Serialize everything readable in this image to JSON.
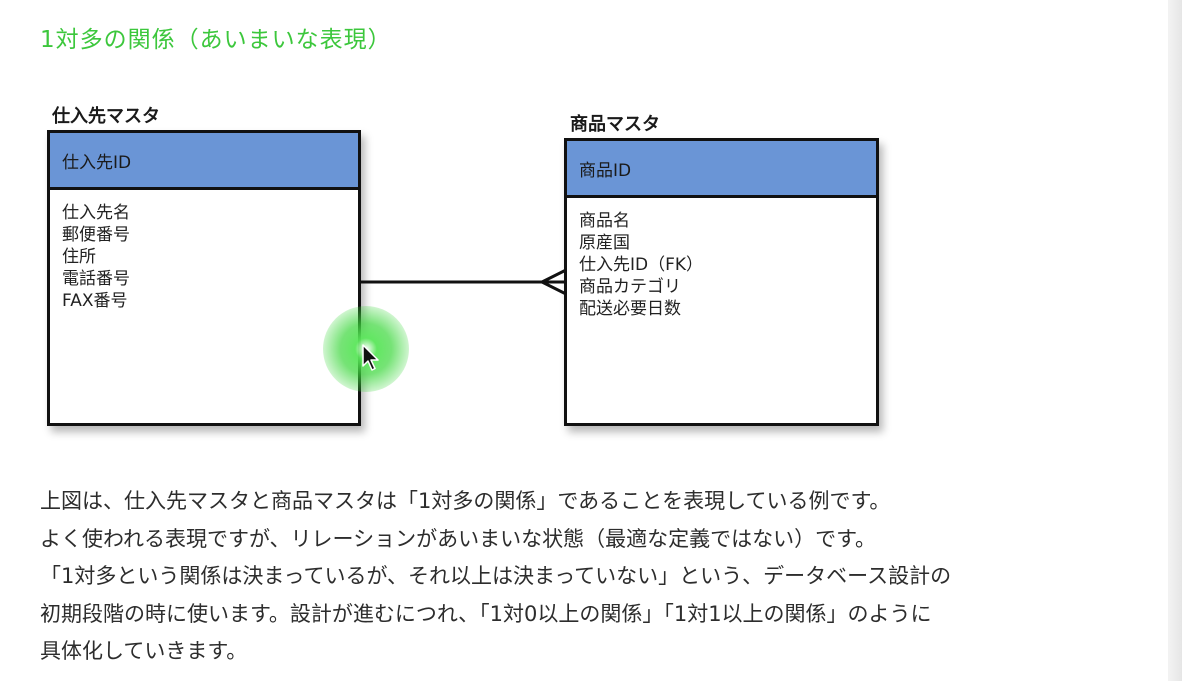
{
  "title": "1対多の関係（あいまいな表現）",
  "entities": {
    "supplier": {
      "name": "仕入先マスタ",
      "primary_key": "仕入先ID",
      "attributes": [
        "仕入先名",
        "郵便番号",
        "住所",
        "電話番号",
        "FAX番号"
      ]
    },
    "product": {
      "name": "商品マスタ",
      "primary_key": "商品ID",
      "attributes": [
        "商品名",
        "原産国",
        "仕入先ID（FK）",
        "商品カテゴリ",
        "配送必要日数"
      ]
    }
  },
  "relationship": {
    "from": "仕入先マスタ",
    "to": "商品マスタ",
    "cardinality": "one-to-many",
    "notation": "crow's foot at 商品マスタ side"
  },
  "description": [
    "上図は、仕入先マスタと商品マスタは「1対多の関係」であることを表現している例です。",
    "よく使われる表現ですが、リレーションがあいまいな状態（最適な定義ではない）です。",
    "「1対多という関係は決まっているが、それ以上は決まっていない」という、データベース設計の",
    "初期段階の時に使います。設計が進むにつれ、「1対0以上の関係」「1対1以上の関係」のように",
    "具体化していきます。"
  ],
  "colors": {
    "title": "#3cc73c",
    "entity_header": "#6a95d6",
    "border": "#111111",
    "cursor_highlight": "#3cd73c"
  }
}
